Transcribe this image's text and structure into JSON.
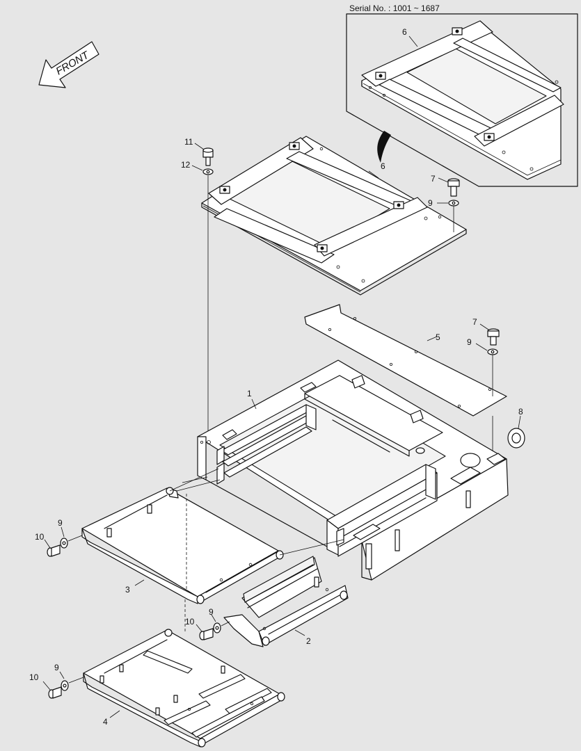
{
  "serial_label": "Serial No. : 1001 ~ 1687",
  "front_label": "FRONT",
  "callouts": {
    "inset_6": "6",
    "c11": "11",
    "c12": "12",
    "c6": "6",
    "c7_top": "7",
    "c9_top": "9",
    "c7_mid": "7",
    "c9_mid": "9",
    "c5": "5",
    "c8": "8",
    "c1": "1",
    "c9_left": "9",
    "c10_left": "10",
    "c3": "3",
    "c10_center": "10",
    "c9_center": "9",
    "c2": "2",
    "c9_bottom": "9",
    "c10_bottom": "10",
    "c4": "4"
  }
}
